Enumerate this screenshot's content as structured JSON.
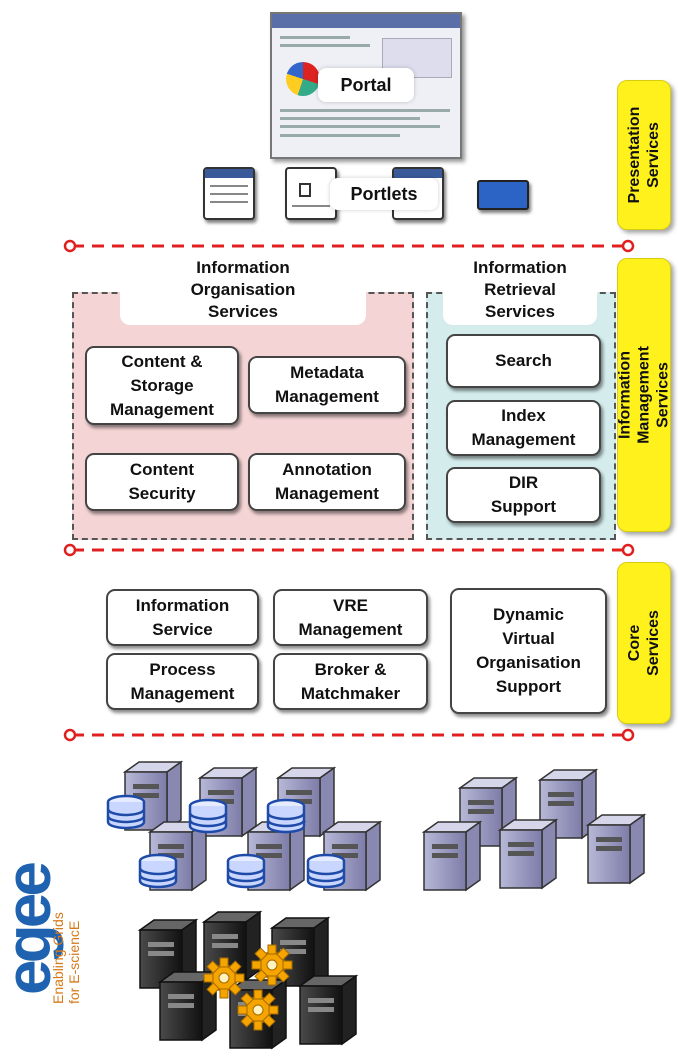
{
  "presentation": {
    "portal_label": "Portal",
    "portlets_label": "Portlets",
    "tab": "Presentation\nServices"
  },
  "info_management": {
    "tab": "Information\nManagement Services",
    "organisation": {
      "header": "Information\nOrganisation\nServices",
      "items": [
        "Content &\nStorage\nManagement",
        "Metadata\nManagement",
        "Content\nSecurity",
        "Annotation\nManagement"
      ]
    },
    "retrieval": {
      "header": "Information\nRetrieval\nServices",
      "items": [
        "Search",
        "Index\nManagement",
        "DIR\nSupport"
      ]
    }
  },
  "core": {
    "tab": "Core\nServices",
    "items": [
      "Information\nService",
      "VRE\nManagement",
      "Process\nManagement",
      "Broker &\nMatchmaker",
      "Dynamic\nVirtual\nOrganisation\nSupport"
    ]
  },
  "infrastructure": {
    "logo_text": "egee",
    "logo_tagline": "Enabling Grids\nfor E-sciencE"
  },
  "colors": {
    "tab_yellow": "#fff21c",
    "divider_red": "#e02020",
    "organisation_bg": "#f4d4d4",
    "retrieval_bg": "#d4ecec",
    "logo_blue": "#1e62b0"
  }
}
